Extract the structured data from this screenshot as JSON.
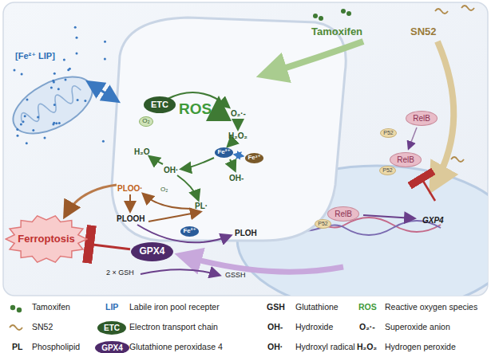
{
  "diagram": {
    "nodes": [
      {
        "text": [
          "ETC"
        ]
      },
      {
        "text": [
          "O₂"
        ]
      },
      {
        "text": [
          "Fe²⁺"
        ]
      },
      {
        "text": [
          "Fe³⁺"
        ]
      },
      {
        "text": [
          "Fe²⁺"
        ]
      },
      {
        "text": [
          "GPX4"
        ]
      },
      {
        "text": [
          "Ferroptosis"
        ]
      },
      {
        "text": [
          "RelB"
        ]
      },
      {
        "text": [
          "P52"
        ]
      },
      {
        "text": [
          "RelB"
        ]
      },
      {
        "text": [
          "P52"
        ]
      },
      {
        "text": [
          "RelB"
        ]
      },
      {
        "text": [
          "P52"
        ]
      },
      {
        "text": [
          "ETC"
        ]
      },
      {
        "text": [
          "GPX4"
        ]
      }
    ],
    "edges": [
      {
        "from": 2,
        "to": 3,
        "arrow": "both"
      },
      {
        "from": 5,
        "to": 6,
        "arrow": "to"
      }
    ],
    "labels": [
      "Tamoxifen",
      "SN52",
      "[Fe²⁺ LIP]",
      "O₂·-",
      "ROS",
      "H₂O₂",
      "H₂O",
      "OH·",
      "OH-",
      "PLOO·",
      "O₂",
      "PL·",
      "PLOOH",
      "PLOH",
      "2 × GSH",
      "GSSH",
      "GXP4",
      "LIP",
      "GSH",
      "ROS",
      "OH-",
      "O₂·-",
      "PL",
      "OH·",
      "H₂O₂"
    ],
    "legend": [
      {
        "text": "Tamoxifen"
      },
      {
        "text": "Labile iron pool recepter"
      },
      {
        "text": "Glutathione"
      },
      {
        "text": "Reactive oxygen species"
      },
      {
        "text": "SN52"
      },
      {
        "text": "Electron transport chain"
      },
      {
        "text": "Hydroxide"
      },
      {
        "text": "Superoxide anion"
      },
      {
        "text": "Phospholipid"
      },
      {
        "text": "Glutathione peroxidase 4"
      },
      {
        "text": "Hydroxyl radical"
      },
      {
        "text": "Hydrogen peroxide"
      }
    ]
  }
}
